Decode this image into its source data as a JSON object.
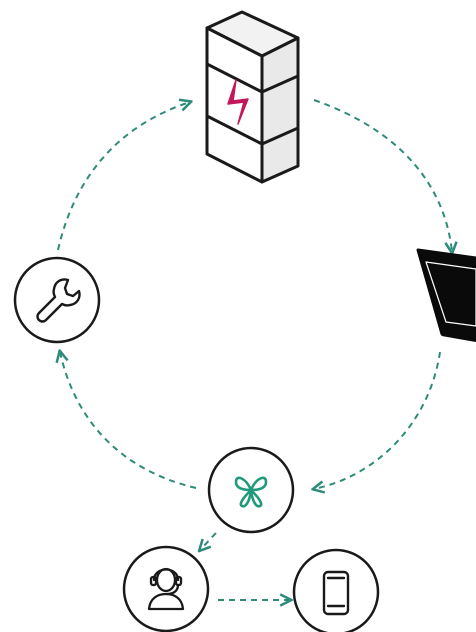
{
  "diagram": {
    "nodes": [
      {
        "id": "battery-storage",
        "icon": "battery-cabinet-icon"
      },
      {
        "id": "solar-panel",
        "icon": "solar-panel-icon"
      },
      {
        "id": "cloud-service",
        "icon": "butterfly-logo-icon"
      },
      {
        "id": "support",
        "icon": "headset-agent-icon"
      },
      {
        "id": "mobile-app",
        "icon": "smartphone-icon"
      },
      {
        "id": "maintenance",
        "icon": "wrench-icon"
      }
    ],
    "connections": [
      {
        "from": "battery-storage",
        "to": "solar-panel"
      },
      {
        "from": "solar-panel",
        "to": "cloud-service"
      },
      {
        "from": "cloud-service",
        "to": "maintenance"
      },
      {
        "from": "maintenance",
        "to": "battery-storage"
      },
      {
        "from": "cloud-service",
        "to": "support"
      },
      {
        "from": "support",
        "to": "mobile-app"
      }
    ],
    "colors": {
      "connector": "#2e8b7a",
      "outline": "#1a1a1a",
      "accent_bolt": "#c2185b",
      "logo": "#1f9a7a",
      "panel_fill": "#0a0a0a"
    }
  }
}
